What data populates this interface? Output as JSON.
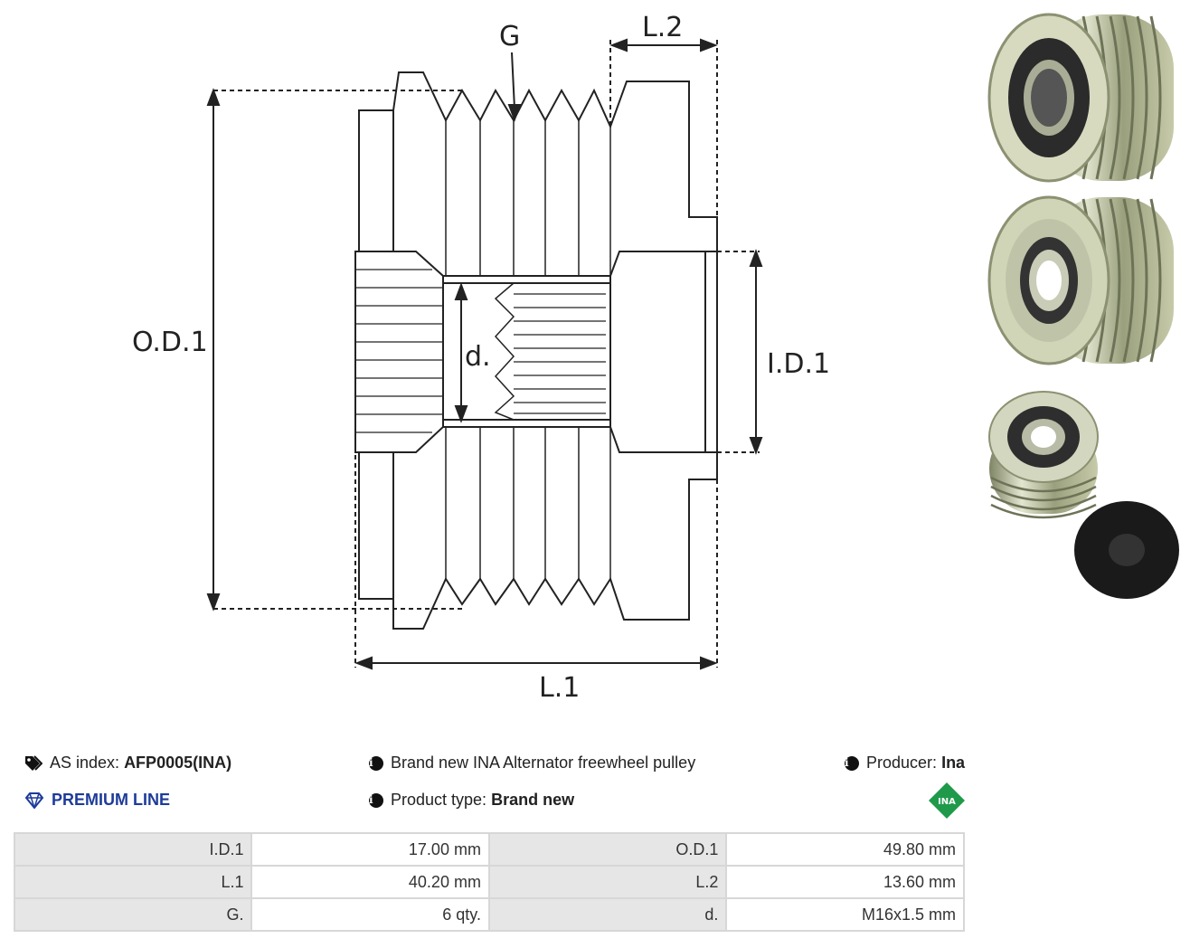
{
  "diagram": {
    "labels": {
      "groove": "G",
      "length2": "L.2",
      "outer_diameter": "O.D.1",
      "inner_diameter": "I.D.1",
      "thread_diameter": "d.",
      "length1": "L.1"
    }
  },
  "product": {
    "as_index_label": "AS index:",
    "as_index_value": "AFP0005(INA)",
    "line_label": "PREMIUM LINE",
    "description": "Brand new INA Alternator freewheel pulley",
    "product_type_label": "Product type:",
    "product_type_value": "Brand new",
    "producer_label": "Producer:",
    "producer_value": "Ina",
    "brand_logo_text": "INA",
    "colors": {
      "premium": "#1d3b9a",
      "ina_green": "#1f9a4a"
    },
    "icons": [
      "tags-icon",
      "diamond-icon",
      "info-icon",
      "ina-logo"
    ]
  },
  "specs": [
    {
      "k1": "I.D.1",
      "v1": "17.00 mm",
      "k2": "O.D.1",
      "v2": "49.80 mm"
    },
    {
      "k1": "L.1",
      "v1": "40.20 mm",
      "k2": "L.2",
      "v2": "13.60 mm"
    },
    {
      "k1": "G.",
      "v1": "6 qty.",
      "k2": "d.",
      "v2": "M16x1.5 mm"
    }
  ]
}
